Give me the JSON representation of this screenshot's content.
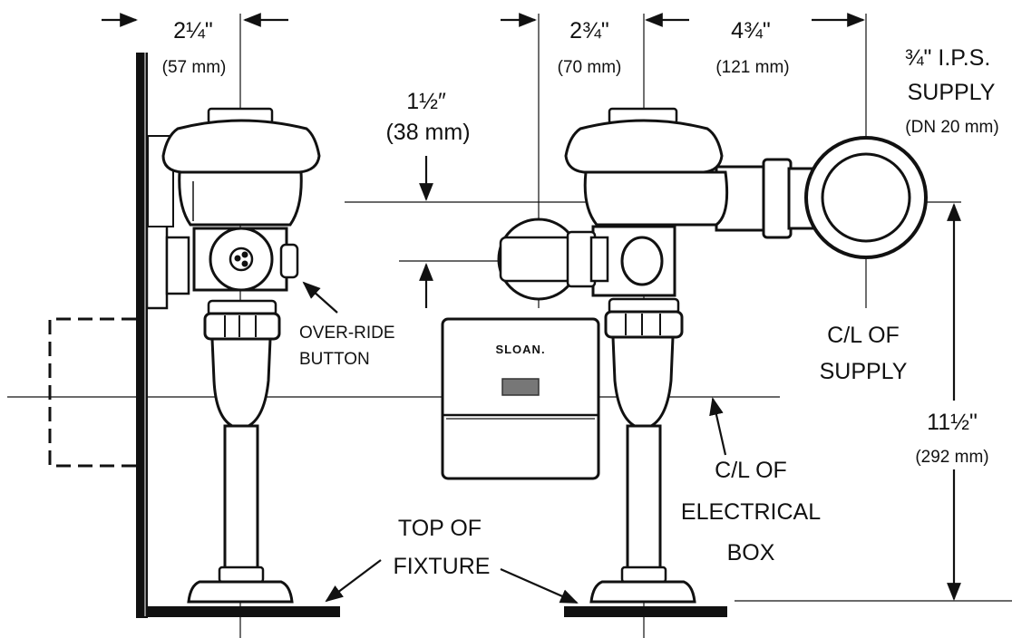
{
  "dims": {
    "d1": {
      "value": "2¼\"",
      "metric": "(57 mm)"
    },
    "d2": {
      "value": "2¾\"",
      "metric": "(70 mm)"
    },
    "d3": {
      "value": "4¾\"",
      "metric": "(121 mm)"
    },
    "d4": {
      "value": "1½″",
      "metric": "(38 mm)"
    },
    "d5": {
      "value": "11½\"",
      "metric": "(292 mm)"
    }
  },
  "labels": {
    "supply_size": "¾\" I.P.S.",
    "supply_word": "SUPPLY",
    "supply_metric": "(DN 20 mm)",
    "override_line1": "OVER-RIDE",
    "override_line2": "BUTTON",
    "cl_supply_line1": "C/L OF",
    "cl_supply_line2": "SUPPLY",
    "cl_elec_line1": "C/L OF",
    "cl_elec_line2": "ELECTRICAL",
    "cl_elec_line3": "BOX",
    "top_fixture_line1": "TOP OF",
    "top_fixture_line2": "FIXTURE",
    "brand": "SLOAN."
  }
}
